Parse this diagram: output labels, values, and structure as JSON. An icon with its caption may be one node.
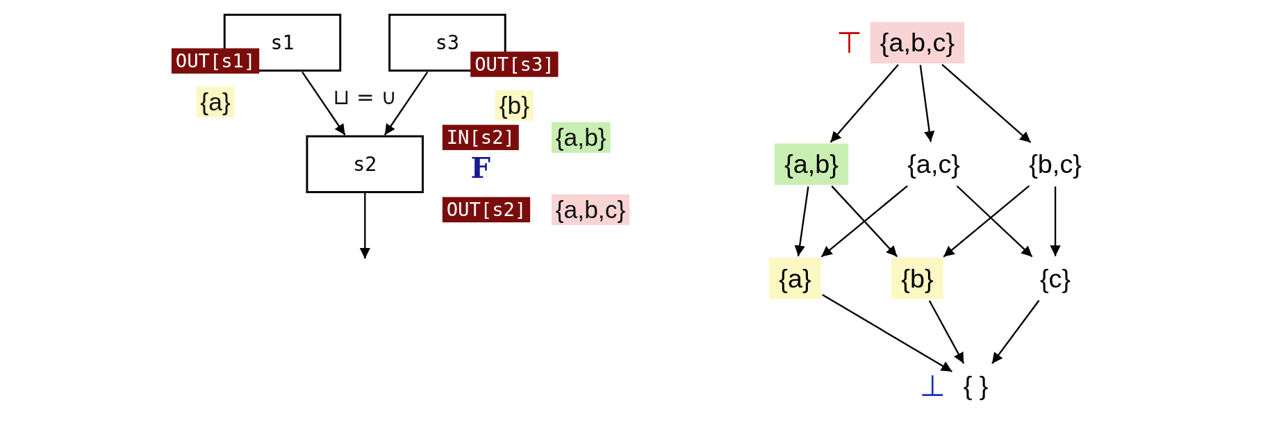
{
  "diagram": {
    "nodes": [
      {
        "text": [
          "s1"
        ],
        "beside": [
          "OUT[s1]",
          "{a}"
        ]
      },
      {
        "text": [
          "s3"
        ],
        "beside": [
          "OUT[s3]",
          "{b}"
        ]
      },
      {
        "text": [
          "s2"
        ],
        "beside": [
          "IN[s2]",
          "{a,b}",
          "F",
          "OUT[s2]",
          "{a,b,c}"
        ]
      },
      {
        "text": [
          "{a,b,c}"
        ],
        "beside": [
          "⊤"
        ]
      },
      {
        "text": [
          "{a,b}"
        ]
      },
      {
        "text": [
          "{a,c}"
        ]
      },
      {
        "text": [
          "{b,c}"
        ]
      },
      {
        "text": [
          "{a}"
        ]
      },
      {
        "text": [
          "{b}"
        ]
      },
      {
        "text": [
          "{c}"
        ]
      },
      {
        "text": [
          "{ }"
        ],
        "beside": [
          "⊥"
        ]
      }
    ],
    "edges": [
      {
        "from": 0,
        "to": 2,
        "arrow": "to"
      },
      {
        "from": 1,
        "to": 2,
        "arrow": "to"
      },
      {
        "from": 2,
        "to": null,
        "arrow": "to"
      },
      {
        "from": 3,
        "to": 4,
        "arrow": "to"
      },
      {
        "from": 3,
        "to": 5,
        "arrow": "to"
      },
      {
        "from": 3,
        "to": 6,
        "arrow": "to"
      },
      {
        "from": 4,
        "to": 7,
        "arrow": "to"
      },
      {
        "from": 4,
        "to": 8,
        "arrow": "to"
      },
      {
        "from": 5,
        "to": 7,
        "arrow": "to"
      },
      {
        "from": 5,
        "to": 9,
        "arrow": "to"
      },
      {
        "from": 6,
        "to": 8,
        "arrow": "to"
      },
      {
        "from": 6,
        "to": 9,
        "arrow": "to"
      },
      {
        "from": 7,
        "to": 10,
        "arrow": "to"
      },
      {
        "from": 8,
        "to": 10,
        "arrow": "to"
      },
      {
        "from": 9,
        "to": 10,
        "arrow": "to"
      }
    ],
    "labels": [
      "⊔ = ∪"
    ]
  }
}
